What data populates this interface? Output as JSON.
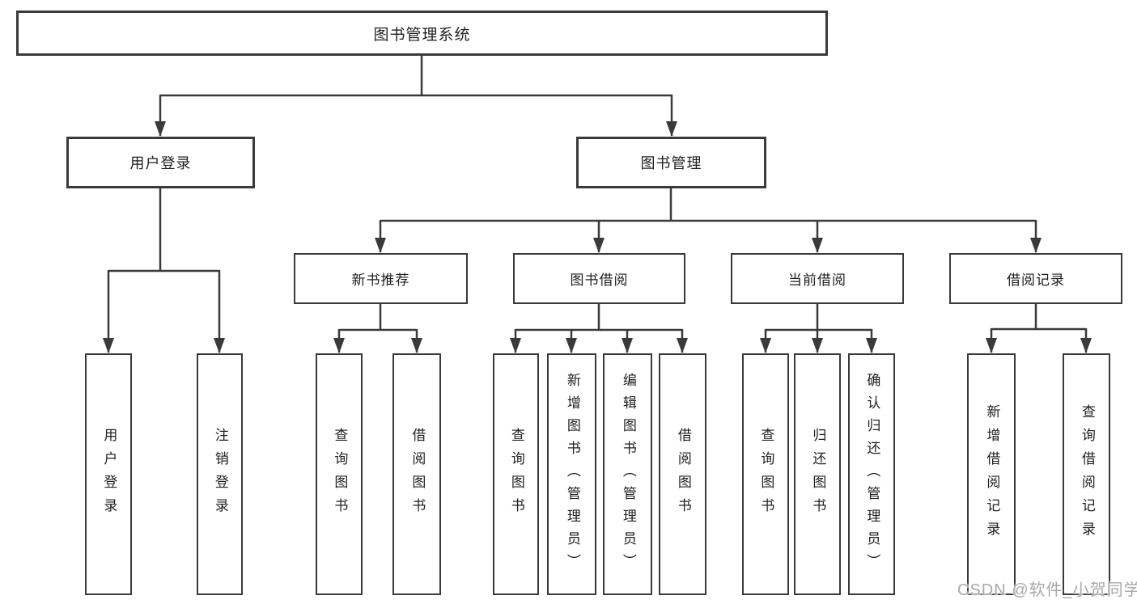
{
  "nodes": {
    "root": "图书管理系统",
    "level2": {
      "user_login": "用户登录",
      "book_mgmt": "图书管理"
    },
    "level3": {
      "new_book": "新书推荐",
      "book_borrow": "图书借阅",
      "current_borrow": "当前借阅",
      "borrow_record": "借阅记录"
    },
    "leaves": {
      "user_login_leaf": "用户登录",
      "logout": "注销登录",
      "query_book_a": "查询图书",
      "borrow_book_a": "借阅图书",
      "query_book_b": "查询图书",
      "add_book": "新增图书（管理员）",
      "edit_book": "编辑图书（管理员）",
      "borrow_book_b": "借阅图书",
      "query_book_c": "查询图书",
      "return_book": "归还图书",
      "confirm_return": "确认归还（管理员）",
      "add_record": "新增借阅记录",
      "query_record": "查询借阅记录"
    }
  },
  "hierarchy": {
    "图书管理系统": {
      "用户登录": [
        "用户登录",
        "注销登录"
      ],
      "图书管理": {
        "新书推荐": [
          "查询图书",
          "借阅图书"
        ],
        "图书借阅": [
          "查询图书",
          "新增图书（管理员）",
          "编辑图书（管理员）",
          "借阅图书"
        ],
        "当前借阅": [
          "查询图书",
          "归还图书",
          "确认归还（管理员）"
        ],
        "借阅记录": [
          "新增借阅记录",
          "查询借阅记录"
        ]
      }
    }
  },
  "watermark": "CSDN @软件_小贺同学",
  "colors": {
    "line": "#3a3a3a",
    "box_border": "#3a3a3a",
    "text": "#1f1f1f",
    "watermark": "#a9a9a9",
    "background": "#ffffff"
  }
}
